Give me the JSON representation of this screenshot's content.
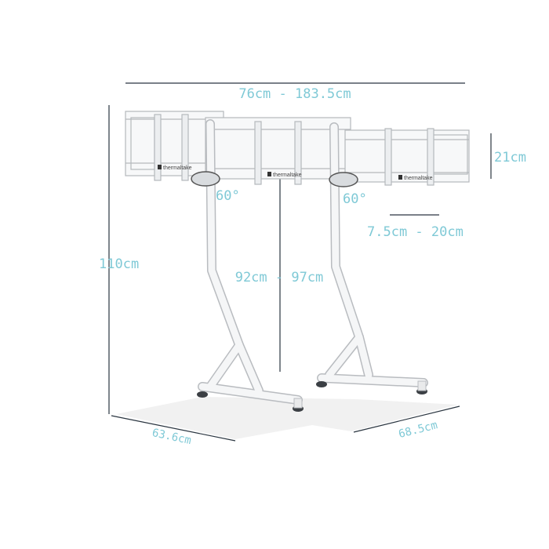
{
  "product": {
    "brand": "thermaltake",
    "description": "Triple monitor floor stand (white)"
  },
  "dimensions": {
    "total_width": "76cm - 183.5cm",
    "panel_height": "21cm",
    "arm_extension": "7.5cm - 20cm",
    "stand_height": "110cm",
    "center_height": "92cm - 97cm",
    "tilt_left": "60°",
    "tilt_right": "60°",
    "base_depth": "63.6cm",
    "base_width": "68.5cm"
  },
  "colors": {
    "dimension_text": "#7fc9d6",
    "dimension_line": "#2a3540",
    "frame": "#f4f5f6",
    "frame_stroke": "#b9bcc0",
    "floor": "#f3f3f3"
  }
}
